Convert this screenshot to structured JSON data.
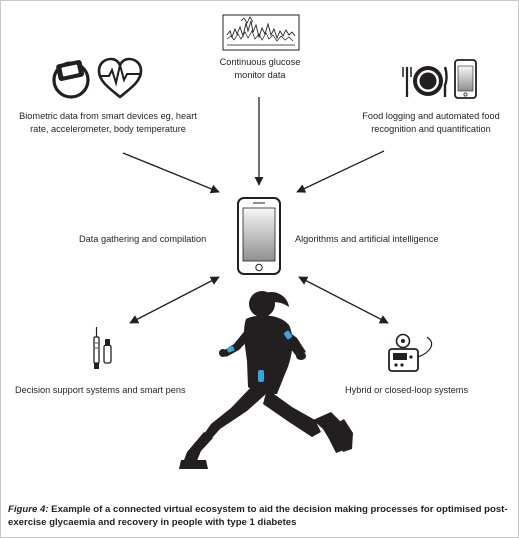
{
  "nodes": {
    "cgm": {
      "line1": "Continuous glucose",
      "line2": "monitor data"
    },
    "biometric": {
      "line1": "Biometric data from smart devices eg, heart",
      "line2": "rate, accelerometer, body temperature"
    },
    "food": {
      "line1": "Food logging and automated food",
      "line2": "recognition and quantification"
    },
    "data_gathering": "Data gathering and compilation",
    "algorithms": "Algorithms and artificial intelligence",
    "decision_support": "Decision support systems and smart pens",
    "closed_loop": "Hybrid or closed-loop systems"
  },
  "caption": {
    "figure_label": "Figure 4:",
    "text": " Example of a connected virtual ecosystem to aid the decision making processes for optimised post-exercise glycaemia and recovery in people with type 1 diabetes"
  },
  "colors": {
    "text": "#231f20",
    "arrow": "#231f20",
    "sensor_blue": "#2ea9e0",
    "phone_screen_top": "#f5f5f5",
    "phone_screen_bottom": "#9a9a9a"
  }
}
